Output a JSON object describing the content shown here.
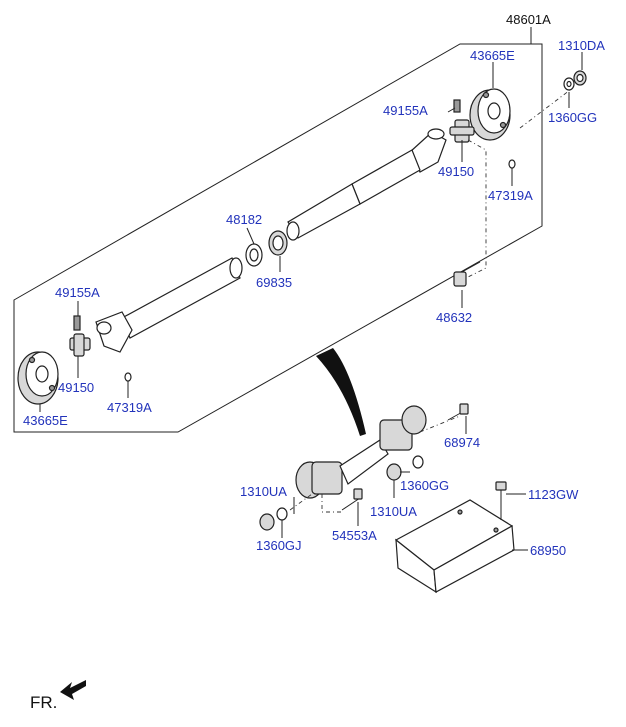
{
  "labels": {
    "assembly_top": "48601A",
    "nut_top": "1310DA",
    "flange_top": "43665E",
    "washer_top": "1360GG",
    "nipple_top": "49155A",
    "joint_top": "49150",
    "pin_top": "47319A",
    "ring_48182": "48182",
    "seal_69835": "69835",
    "bolt_48632": "48632",
    "nipple_left": "49155A",
    "joint_left": "49150",
    "flange_left": "43665E",
    "pin_left": "47319A",
    "bolt_68974": "68974",
    "nut_1310UA_left": "1310UA",
    "washer_1360GG_mid": "1360GG",
    "washer_1360GJ": "1360GJ",
    "bolt_54553A": "54553A",
    "nut_1310UA_mid": "1310UA",
    "bolt_1123GW": "1123GW",
    "bracket_68950": "68950",
    "front_indicator": "FR."
  },
  "colors": {
    "label_blue": "#2233bb",
    "line": "#222222"
  },
  "icons": {
    "front_arrow": "arrow-icon"
  }
}
